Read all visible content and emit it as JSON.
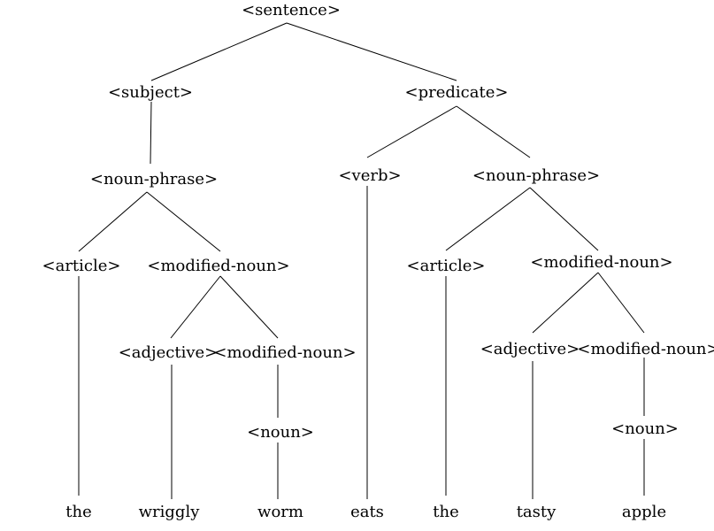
{
  "tree": {
    "nodes": {
      "sentence": "<sentence>",
      "subject": "<subject>",
      "predicate": "<predicate>",
      "subject_np": "<noun-phrase>",
      "subject_article": "<article>",
      "subject_modnoun": "<modified-noun>",
      "subject_adjective": "<adjective>",
      "subject_modnoun2": "<modified-noun>",
      "subject_noun": "<noun>",
      "verb": "<verb>",
      "object_np": "<noun-phrase>",
      "object_article": "<article>",
      "object_modnoun": "<modified-noun>",
      "object_adjective": "<adjective>",
      "object_modnoun2": "<modified-noun>",
      "object_noun": "<noun>"
    },
    "leaves": {
      "the1": "the",
      "wriggly": "wriggly",
      "worm": "worm",
      "eats": "eats",
      "the2": "the",
      "tasty": "tasty",
      "apple": "apple"
    },
    "colors": {
      "text": "#000000",
      "line": "#000000",
      "background": "#ffffff"
    }
  }
}
